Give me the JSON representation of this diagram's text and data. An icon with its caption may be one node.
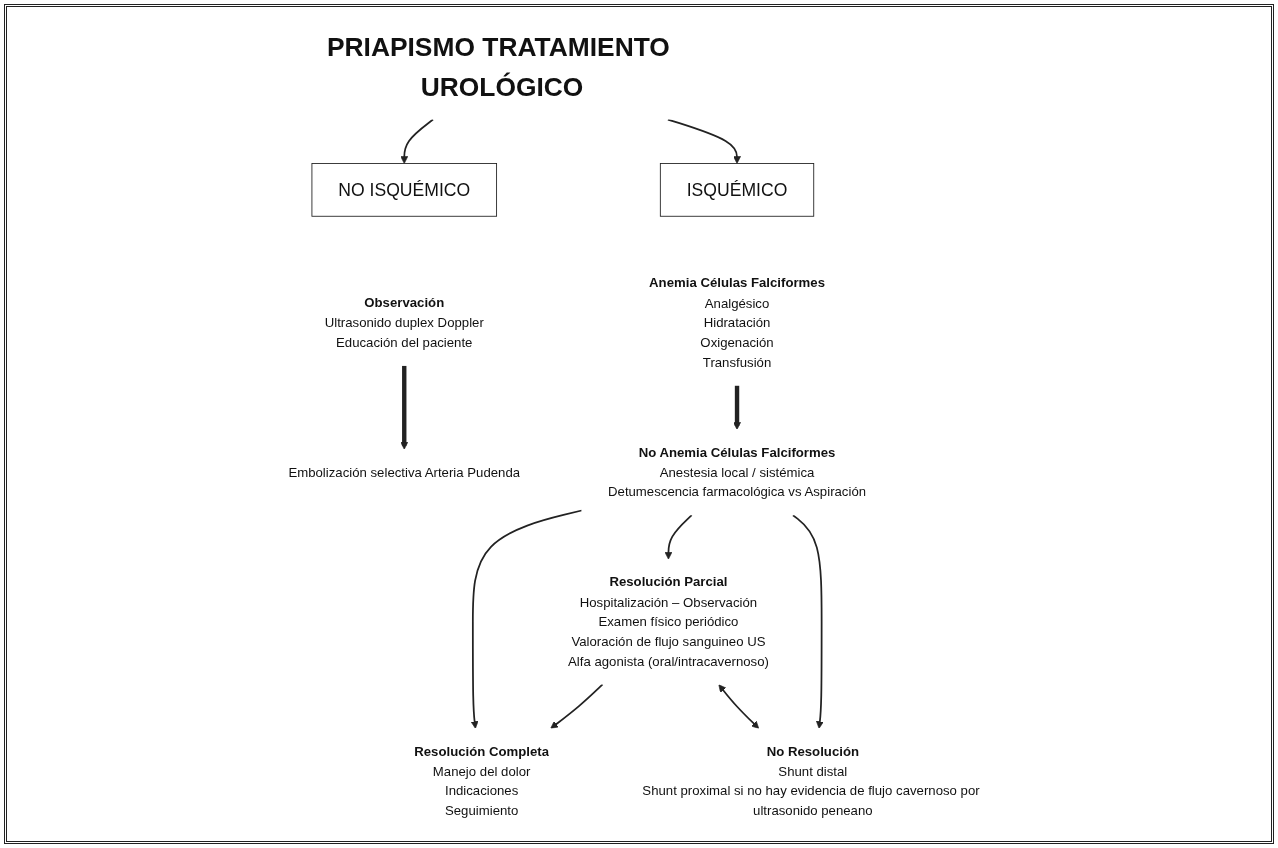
{
  "diagram": {
    "nodes": [
      {
        "text": [
          "PRIAPISMO TRATAMIENTO UROLÓGICO"
        ]
      },
      {
        "text": [
          "NO ISQUÉMICO"
        ]
      },
      {
        "text": [
          "Observación",
          "Ultrasonido duplex Doppler",
          "Educación del paciente"
        ]
      },
      {
        "text": [
          "Embolización selectiva Arteria Pudenda"
        ]
      },
      {
        "text": [
          "ISQUÉMICO"
        ]
      },
      {
        "text": [
          "No Anemia Células Falciformes",
          "Anestesia local / sistémica",
          "Detumescencia farmacológica vs Aspiración"
        ]
      },
      {
        "text": [
          "Anemia Células Falciformes",
          "Analgésico",
          "Hidratación",
          "Oxigenación",
          "Transfusión"
        ]
      },
      {
        "text": [
          "Resolución Completa",
          "Manejo del dolor",
          "Indicaciones",
          "Seguimiento"
        ]
      },
      {
        "text": [
          "Resolución Parcial",
          "Hospitalización – Observación",
          "Examen físico periódico",
          "Valoración de flujo sanguineo US",
          "Alfa agonista (oral/intracavernoso)"
        ]
      },
      {
        "text": [
          "No Resolución",
          "Shunt distal",
          "Shunt proximal si no hay evidencia de flujo cavernoso por ultrasonido peneano"
        ]
      }
    ],
    "edges": [
      {
        "from": 0,
        "to": 1,
        "arrow": "to"
      },
      {
        "from": 0,
        "to": 4,
        "arrow": "to"
      },
      {
        "from": 2,
        "to": 3,
        "arrow": "to",
        "style": "thick"
      },
      {
        "from": 6,
        "to": 5,
        "arrow": "to",
        "style": "thick"
      },
      {
        "from": 5,
        "to": 7,
        "arrow": "to"
      },
      {
        "from": 5,
        "to": 8,
        "arrow": "to"
      },
      {
        "from": 5,
        "to": 9,
        "arrow": "to"
      },
      {
        "from": 8,
        "to": 7,
        "arrow": "to"
      },
      {
        "from": 8,
        "to": 9,
        "arrow": "both"
      }
    ]
  }
}
